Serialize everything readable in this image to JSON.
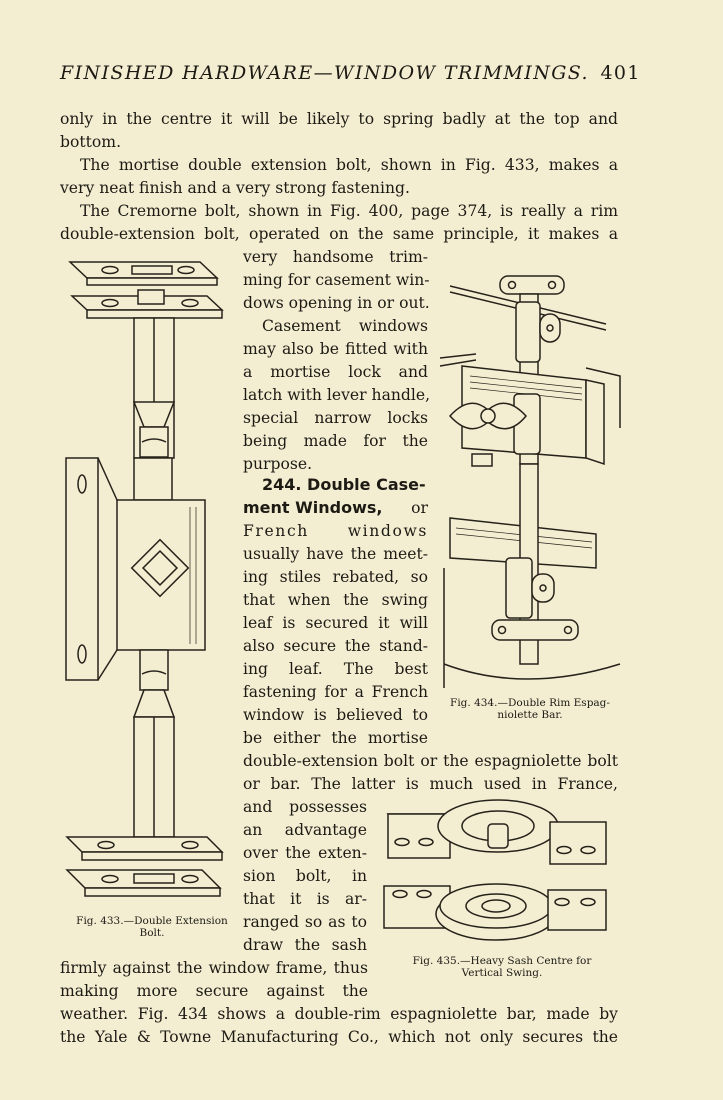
{
  "header": {
    "title": "FINISHED HARDWARE—WINDOW TRIMMINGS.",
    "page_number": "401"
  },
  "lines": [
    "only in the centre it will be likely to spring badly at the top and",
    "bottom.",
    "The mortise double extension bolt, shown in Fig. 433, makes a",
    "very neat finish and a very strong fastening.",
    "The Cremorne bolt, shown in Fig. 400, page 374, is really a rim",
    "double-extension bolt, operated on the same principle, it makes a",
    "very handsome trim-",
    "ming for casement win-",
    "dows opening in or out.",
    "Casement windows",
    "may also be fitted with",
    "a mortise lock and",
    "latch with lever handle,",
    "special narrow locks",
    "being made for the",
    "purpose.",
    "244. Double Case-",
    "ment Windows,",
    "or",
    "French windows",
    "usually have the meet-",
    "ing stiles rebated, so",
    "that when the swing",
    "leaf is secured it will",
    "also secure the stand-",
    "ing leaf. The best",
    "fastening for a French",
    "window is believed to",
    "be either the mortise",
    "double-extension bolt or the espagniolette bolt",
    "or bar. The latter is much used in France,",
    "and possesses",
    "an advantage",
    "over the exten-",
    "sion bolt, in",
    "that it is ar-",
    "ranged so as to",
    "draw the sash",
    "firmly against the window frame, thus",
    "making more secure against the",
    "weather. Fig. 434 shows a double-rim espagniolette bar, made by",
    "the Yale & Towne Manufacturing Co., which not only secures the"
  ],
  "captions": {
    "fig433": [
      "Fig. 433.—Double Extension",
      "Bolt."
    ],
    "fig434": [
      "Fig. 434.—Double Rim Espag-",
      "niolette Bar."
    ],
    "fig435": [
      "Fig. 435.—Heavy Sash Centre for",
      "Vertical Swing."
    ]
  }
}
